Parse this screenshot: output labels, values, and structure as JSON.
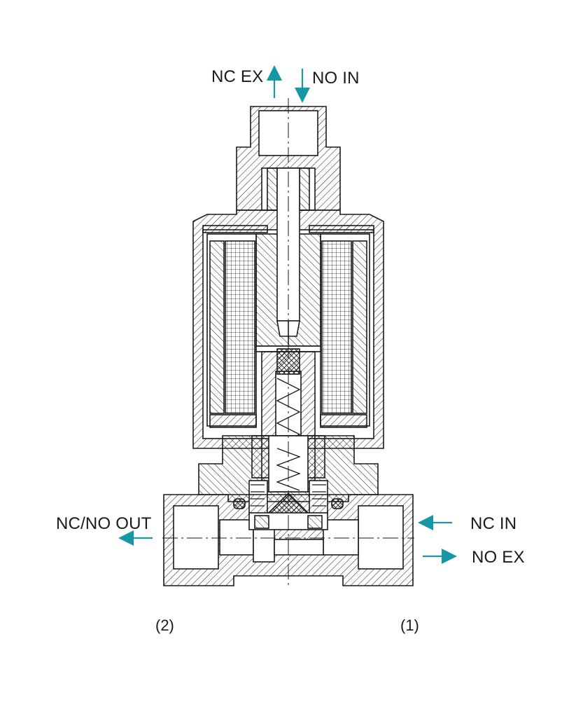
{
  "diagram": {
    "colors": {
      "accent": "#1597a6",
      "line": "#1a1a1a",
      "background": "#ffffff"
    },
    "labels": {
      "top_left": "NC EX",
      "top_right": "NO IN",
      "left_out": "NC/NO OUT",
      "right_in": "NC IN",
      "right_ex": "NO EX"
    },
    "ports": {
      "left": "(2)",
      "right": "(1)"
    }
  }
}
